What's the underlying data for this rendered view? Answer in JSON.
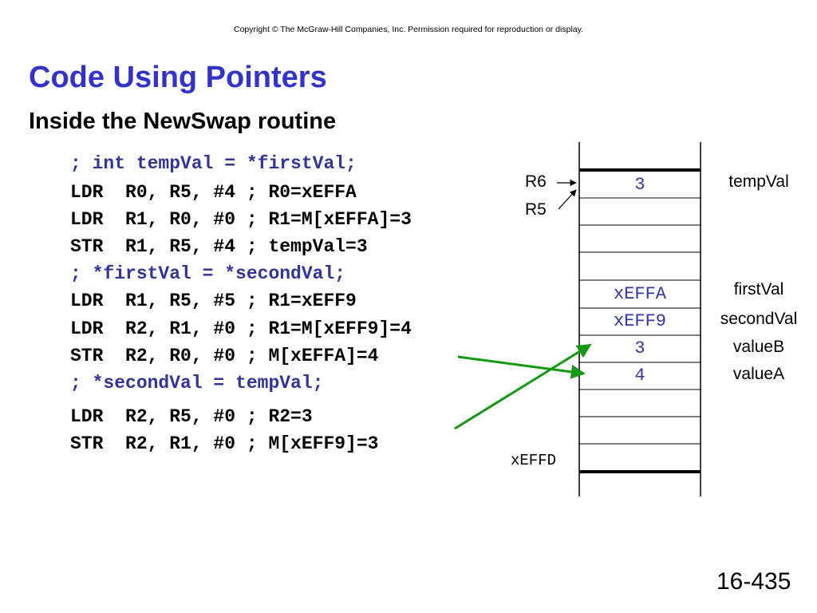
{
  "header": {
    "copyright": "Copyright © The McGraw-Hill Companies, Inc.  Permission required for reproduction or display."
  },
  "slide": {
    "title": "Code Using Pointers",
    "subtitle": "Inside the NewSwap routine",
    "page_number": "16-435"
  },
  "code": {
    "line1": "; int tempVal = *firstVal;",
    "line2": "LDR  R0, R5, #4 ; R0=xEFFA",
    "line3": "LDR  R1, R0, #0 ; R1=M[xEFFA]=3",
    "line4": "STR  R1, R5, #4 ; tempVal=3",
    "line5": "; *firstVal = *secondVal;",
    "line6": "LDR  R1, R5, #5 ; R1=xEFF9",
    "line7": "LDR  R2, R1, #0 ; R1=M[xEFF9]=4",
    "line8": "STR  R2, R0, #0 ; M[xEFFA]=4",
    "line9": "; *secondVal = tempVal;",
    "line10": "LDR  R2, R5, #0 ; R2=3",
    "line11": "STR  R2, R1, #0 ; M[xEFF9]=3"
  },
  "stack": {
    "cell_tempval": "3",
    "cell_firstval": "xEFFA",
    "cell_secondval": "xEFF9",
    "cell_valueb": "3",
    "cell_valuea": "4",
    "label_r6": "R6",
    "label_r5": "R5",
    "label_tempval": "tempVal",
    "label_firstval": "firstVal",
    "label_secondval": "secondVal",
    "label_valueb": "valueB",
    "label_valuea": "valueA",
    "label_bottom_addr": "xEFFD"
  },
  "colors": {
    "title": "#3333cc",
    "arrow": "#129912",
    "stack_text": "#3333aa"
  }
}
